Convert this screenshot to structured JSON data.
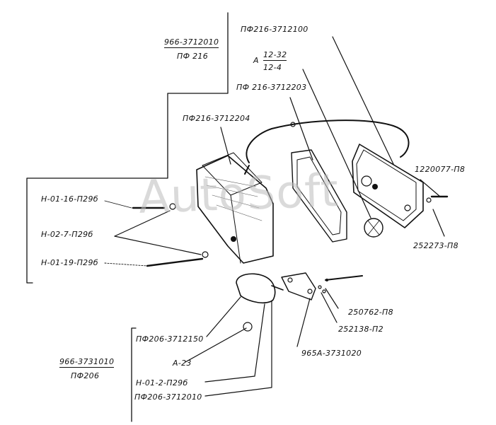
{
  "watermark": "AutoSoft",
  "colors": {
    "ink": "#111111",
    "paper": "#ffffff",
    "watermark": "#bdbdbd"
  },
  "assemblies": {
    "upper": {
      "number": "966-3712010",
      "name": "ПФ 216"
    },
    "lower": {
      "number": "966-3731010",
      "name": "ПФ206"
    }
  },
  "parts": {
    "lamp_body": "ПФ216-3712100",
    "bulb_label_prefix": "А",
    "bulb_rating_top": "12-32",
    "bulb_rating_bottom": "12-4",
    "gasket": "ПФ 216-3712203",
    "lens": "ПФ216-3712204",
    "screw_right": "1220077-П8",
    "washer_right": "252273-П8",
    "screw_left": "Н-01-16-П29б",
    "washer_left": "Н-02-7-П29б",
    "long_screw": "Н-01-19-П29б",
    "nut": "250762-П8",
    "lock_washer": "252138-П2",
    "bracket": "965А-3731020",
    "side_lens": "ПФ206-3712150",
    "side_bulb": "А-23",
    "side_screw": "Н-01-2-П29б",
    "side_body": "ПФ206-3712010"
  }
}
